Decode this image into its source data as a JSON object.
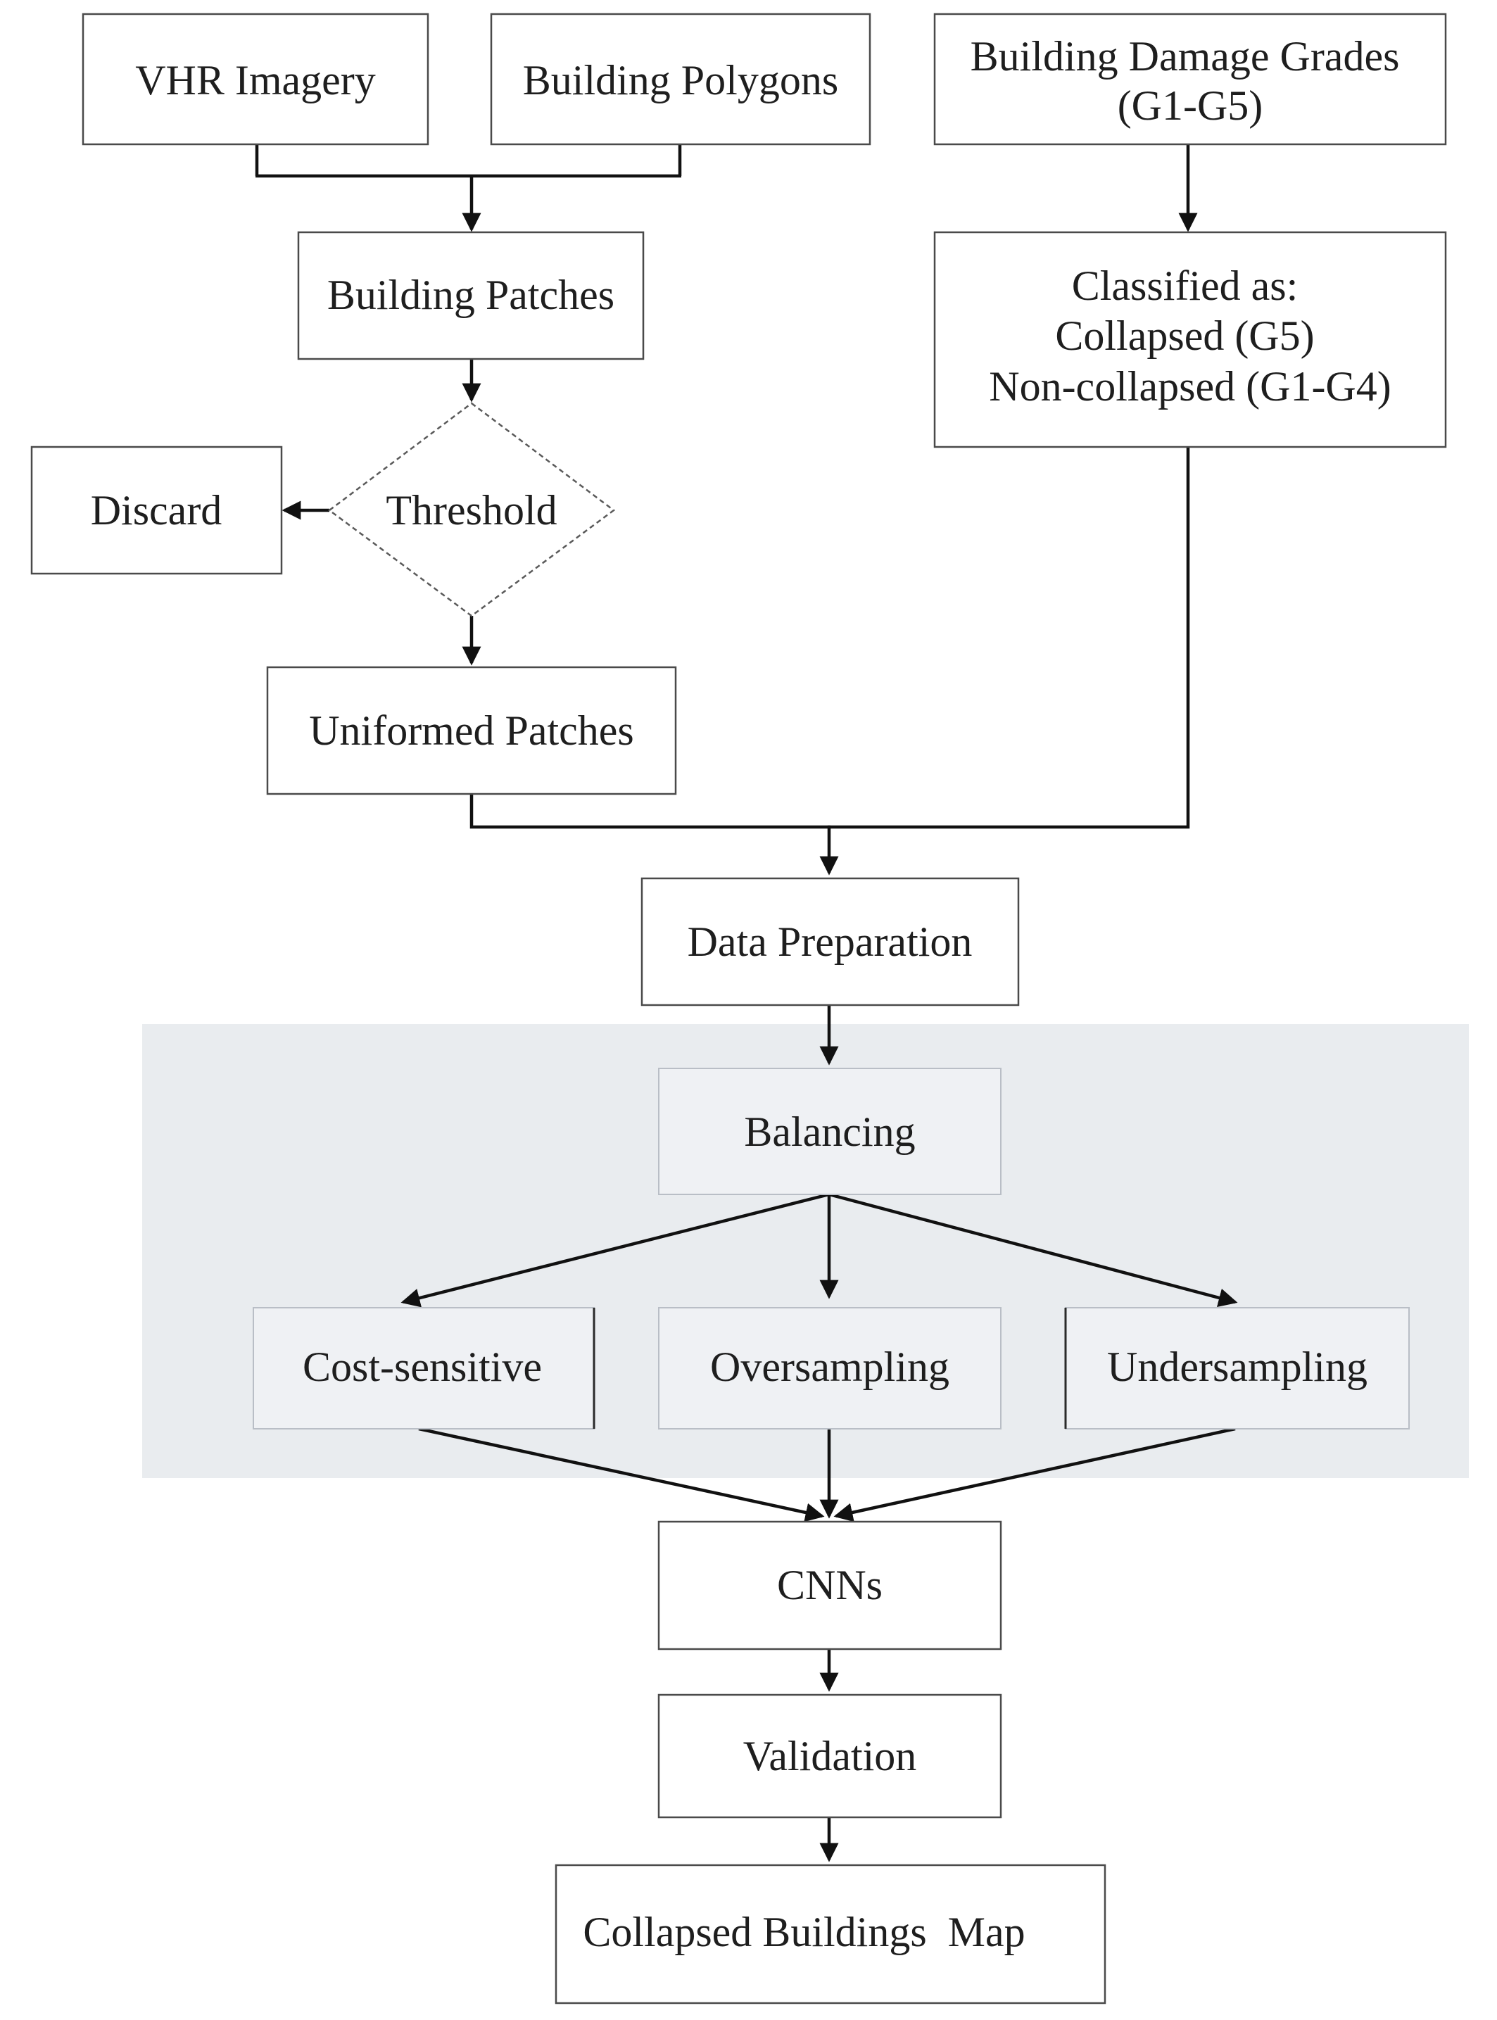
{
  "nodes": {
    "vhr_imagery": [
      "VHR Imagery"
    ],
    "building_polygons": [
      "Building Polygons"
    ],
    "damage_grades": [
      "Building Damage Grades",
      "(G1-G5)"
    ],
    "building_patches": [
      "Building Patches"
    ],
    "classified": [
      "Classified as:",
      "Collapsed (G5)",
      "Non-collapsed (G1-G4)"
    ],
    "discard": [
      "Discard"
    ],
    "threshold": [
      "Threshold"
    ],
    "uniformed_patches": [
      "Uniformed Patches"
    ],
    "data_preparation": [
      "Data Preparation"
    ],
    "balancing": [
      "Balancing"
    ],
    "cost_sensitive": [
      "Cost-sensitive"
    ],
    "oversampling": [
      "Oversampling"
    ],
    "undersampling": [
      "Undersampling"
    ],
    "cnns": [
      "CNNs"
    ],
    "validation": [
      "Validation"
    ],
    "collapsed_map": [
      "Collapsed Buildings  Map"
    ]
  },
  "colors": {
    "balancing_panel": "#e9ecef",
    "box_border": "#4a4a4a",
    "arrow": "#111111",
    "text": "#1e1e1e"
  }
}
